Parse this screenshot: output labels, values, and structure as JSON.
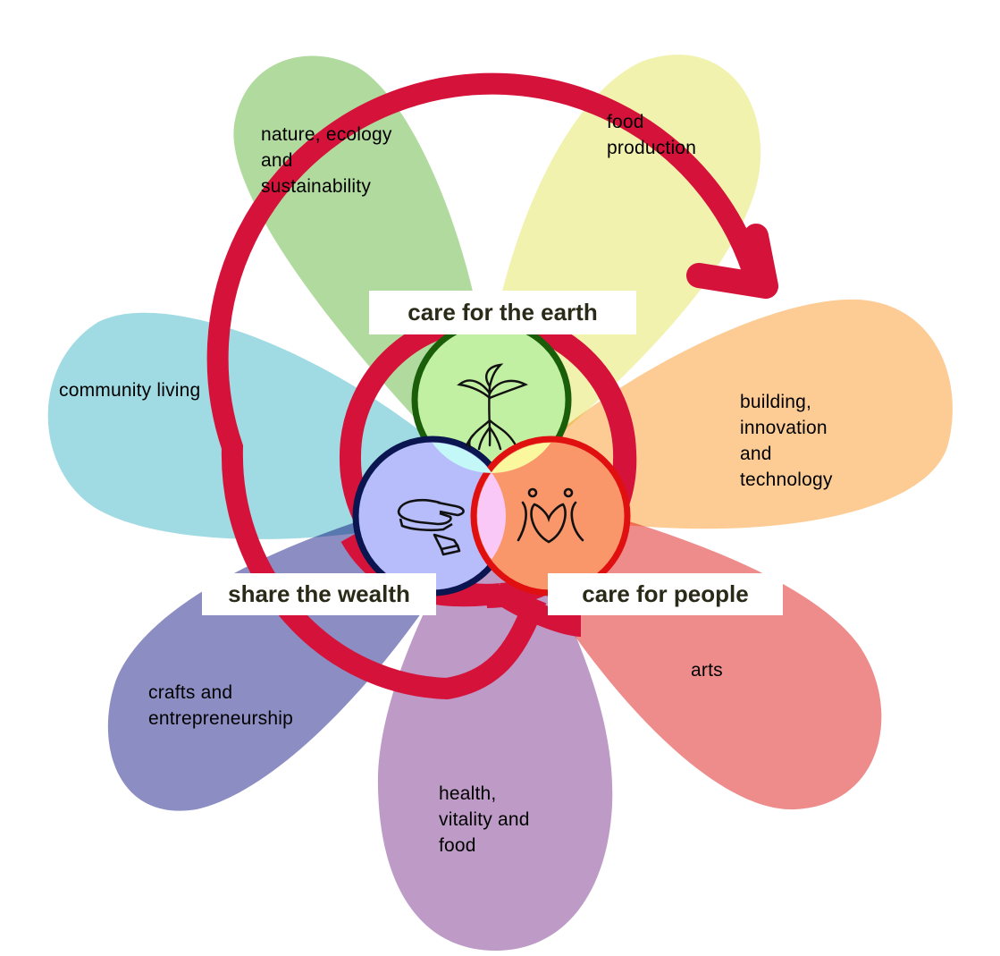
{
  "diagram": {
    "title": "Permaculture flower",
    "petals": [
      {
        "id": "nature",
        "label": "nature, ecology\nand\nsustainability",
        "color": "#A3D48E"
      },
      {
        "id": "food-production",
        "label": "food\nproduction",
        "color": "#EFF0A0"
      },
      {
        "id": "building",
        "label": "building,\ninnovation\nand\ntechnology",
        "color": "#FDC382"
      },
      {
        "id": "arts",
        "label": "arts",
        "color": "#EB7878"
      },
      {
        "id": "health",
        "label": "health,\nvitality and\nfood",
        "color": "#B388BD"
      },
      {
        "id": "crafts",
        "label": "crafts and\nentrepreneurship",
        "color": "#7879B8"
      },
      {
        "id": "community",
        "label": "community living",
        "color": "#8FD5DF"
      }
    ],
    "ethics": [
      {
        "id": "earth",
        "label": "care for the earth",
        "icon": "plant-icon",
        "fill": "#C2F0A2",
        "stroke": "#1A5E0A"
      },
      {
        "id": "wealth",
        "label": "share the wealth",
        "icon": "shared-pie-icon",
        "fill": "#B6BDFA",
        "stroke": "#0B1650"
      },
      {
        "id": "people",
        "label": "care for people",
        "icon": "people-heart-icon",
        "fill": "#F9976B",
        "stroke": "#E01010"
      }
    ],
    "spiral_color": "#D5133A"
  }
}
